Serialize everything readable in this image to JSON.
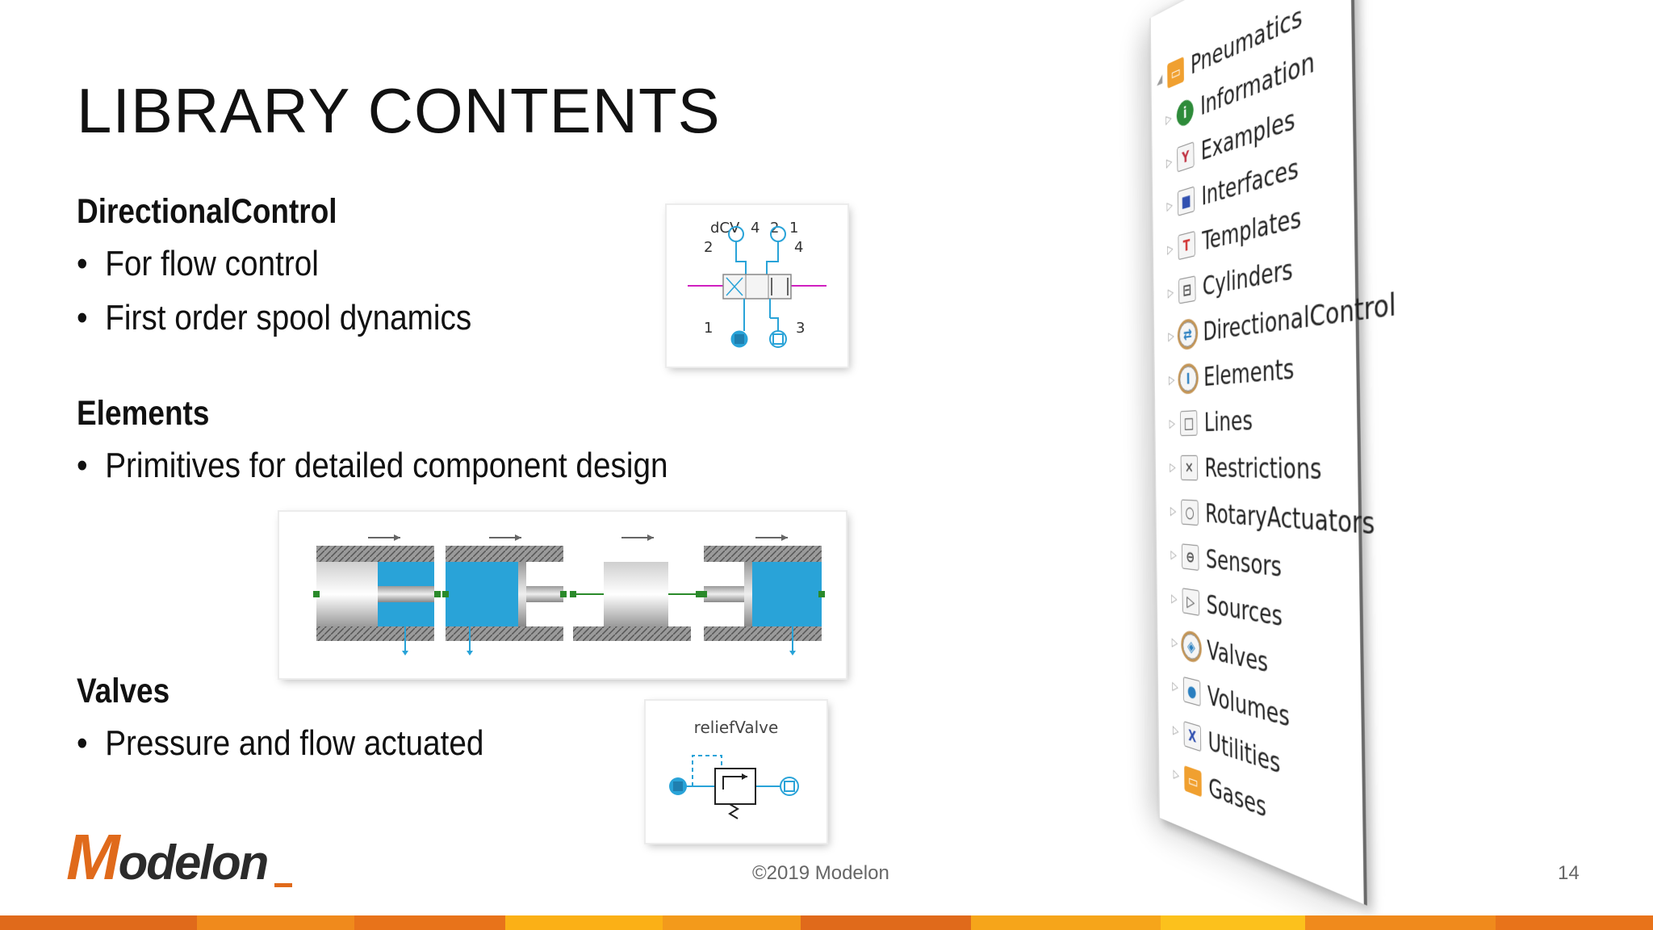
{
  "slide": {
    "title": "LIBRARY CONTENTS",
    "sections": [
      {
        "heading": "DirectionalControl",
        "bullets": [
          "For flow control",
          "First order spool dynamics"
        ]
      },
      {
        "heading": "Elements",
        "bullets": [
          "Primitives for detailed component design"
        ]
      },
      {
        "heading": "Valves",
        "bullets": [
          "Pressure and flow actuated"
        ]
      }
    ],
    "bullet_glyph": "•"
  },
  "figures": {
    "dcv": {
      "label": "dCV",
      "port_2": "2",
      "port_4a": "4",
      "port_2b": "2",
      "port_1a": "1",
      "port_4b": "4",
      "port_1": "1",
      "port_3": "3"
    },
    "relief": {
      "label": "reliefValve"
    }
  },
  "tree": {
    "items": [
      {
        "label": "Pneumatics",
        "icon": "folder-icon",
        "color": "#f0a030"
      },
      {
        "label": "Information",
        "icon": "info-icon",
        "color": "#2e8b3a"
      },
      {
        "label": "Examples",
        "icon": "examples-icon",
        "color": "#c03040"
      },
      {
        "label": "Interfaces",
        "icon": "interfaces-icon",
        "color": "#3050b0"
      },
      {
        "label": "Templates",
        "icon": "templates-icon",
        "color": "#d03030"
      },
      {
        "label": "Cylinders",
        "icon": "cylinder-icon",
        "color": "#444444"
      },
      {
        "label": "DirectionalControl",
        "icon": "directional-control-icon",
        "color": "#2a7fc0"
      },
      {
        "label": "Elements",
        "icon": "elements-icon",
        "color": "#2a7fc0"
      },
      {
        "label": "Lines",
        "icon": "lines-icon",
        "color": "#444444"
      },
      {
        "label": "Restrictions",
        "icon": "restrictions-icon",
        "color": "#444444"
      },
      {
        "label": "RotaryActuators",
        "icon": "rotary-actuator-icon",
        "color": "#444444"
      },
      {
        "label": "Sensors",
        "icon": "sensor-icon",
        "color": "#444444"
      },
      {
        "label": "Sources",
        "icon": "source-icon",
        "color": "#444444"
      },
      {
        "label": "Valves",
        "icon": "valves-icon",
        "color": "#2a7fc0"
      },
      {
        "label": "Volumes",
        "icon": "volumes-icon",
        "color": "#2a7fc0"
      },
      {
        "label": "Utilities",
        "icon": "utilities-icon",
        "color": "#3050b0"
      },
      {
        "label": "Gases",
        "icon": "folder-icon",
        "color": "#f0a030"
      }
    ]
  },
  "footer": {
    "copyright": "©2019 Modelon",
    "page_number": "14",
    "logo_text": "Modelon"
  },
  "colors": {
    "accent_orange": "#e06a1b",
    "fluid_blue": "#29a3d8",
    "brand_bar": [
      "#e06a1b",
      "#f08a1c",
      "#e8731a",
      "#fbb016",
      "#f39a1b",
      "#e06a1b",
      "#f6a51a",
      "#fcc11c",
      "#f08a1c",
      "#e8731a"
    ]
  }
}
